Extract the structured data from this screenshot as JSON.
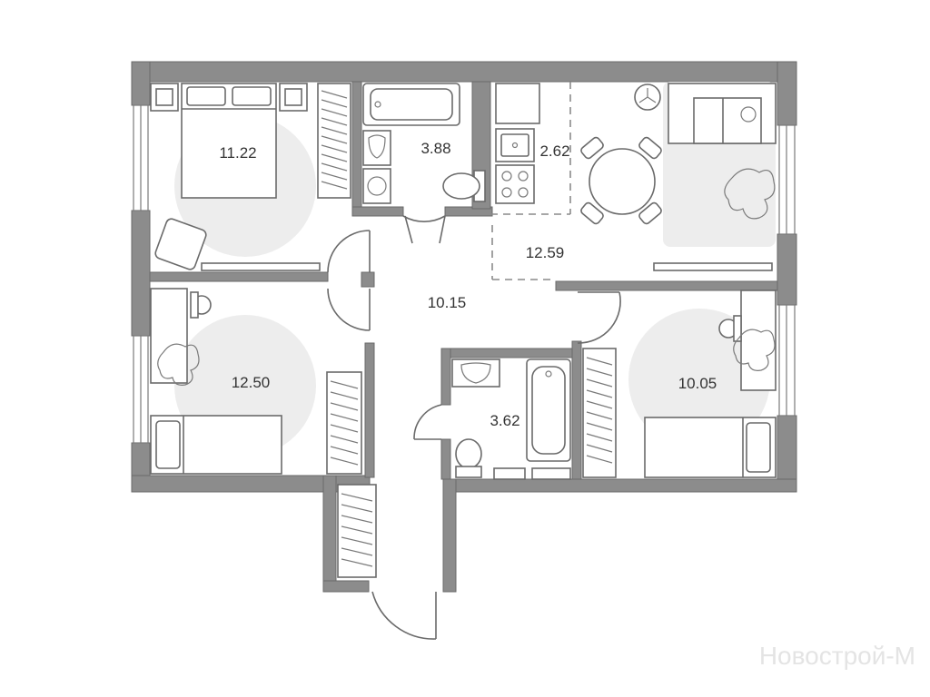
{
  "rooms": [
    {
      "id": "bedroom-top-left",
      "area": "11.22"
    },
    {
      "id": "bathroom-top",
      "area": "3.88"
    },
    {
      "id": "kitchen-nook",
      "area": "2.62"
    },
    {
      "id": "living-kitchen",
      "area": "12.59"
    },
    {
      "id": "hallway",
      "area": "10.15"
    },
    {
      "id": "bedroom-bottom-left",
      "area": "12.50"
    },
    {
      "id": "bathroom-bottom",
      "area": "3.62"
    },
    {
      "id": "bedroom-right",
      "area": "10.05"
    }
  ],
  "watermark": "Новострой-М",
  "colors": {
    "wall": "#8c8c8c",
    "line": "#6a6a6a",
    "rug": "#ededed"
  }
}
